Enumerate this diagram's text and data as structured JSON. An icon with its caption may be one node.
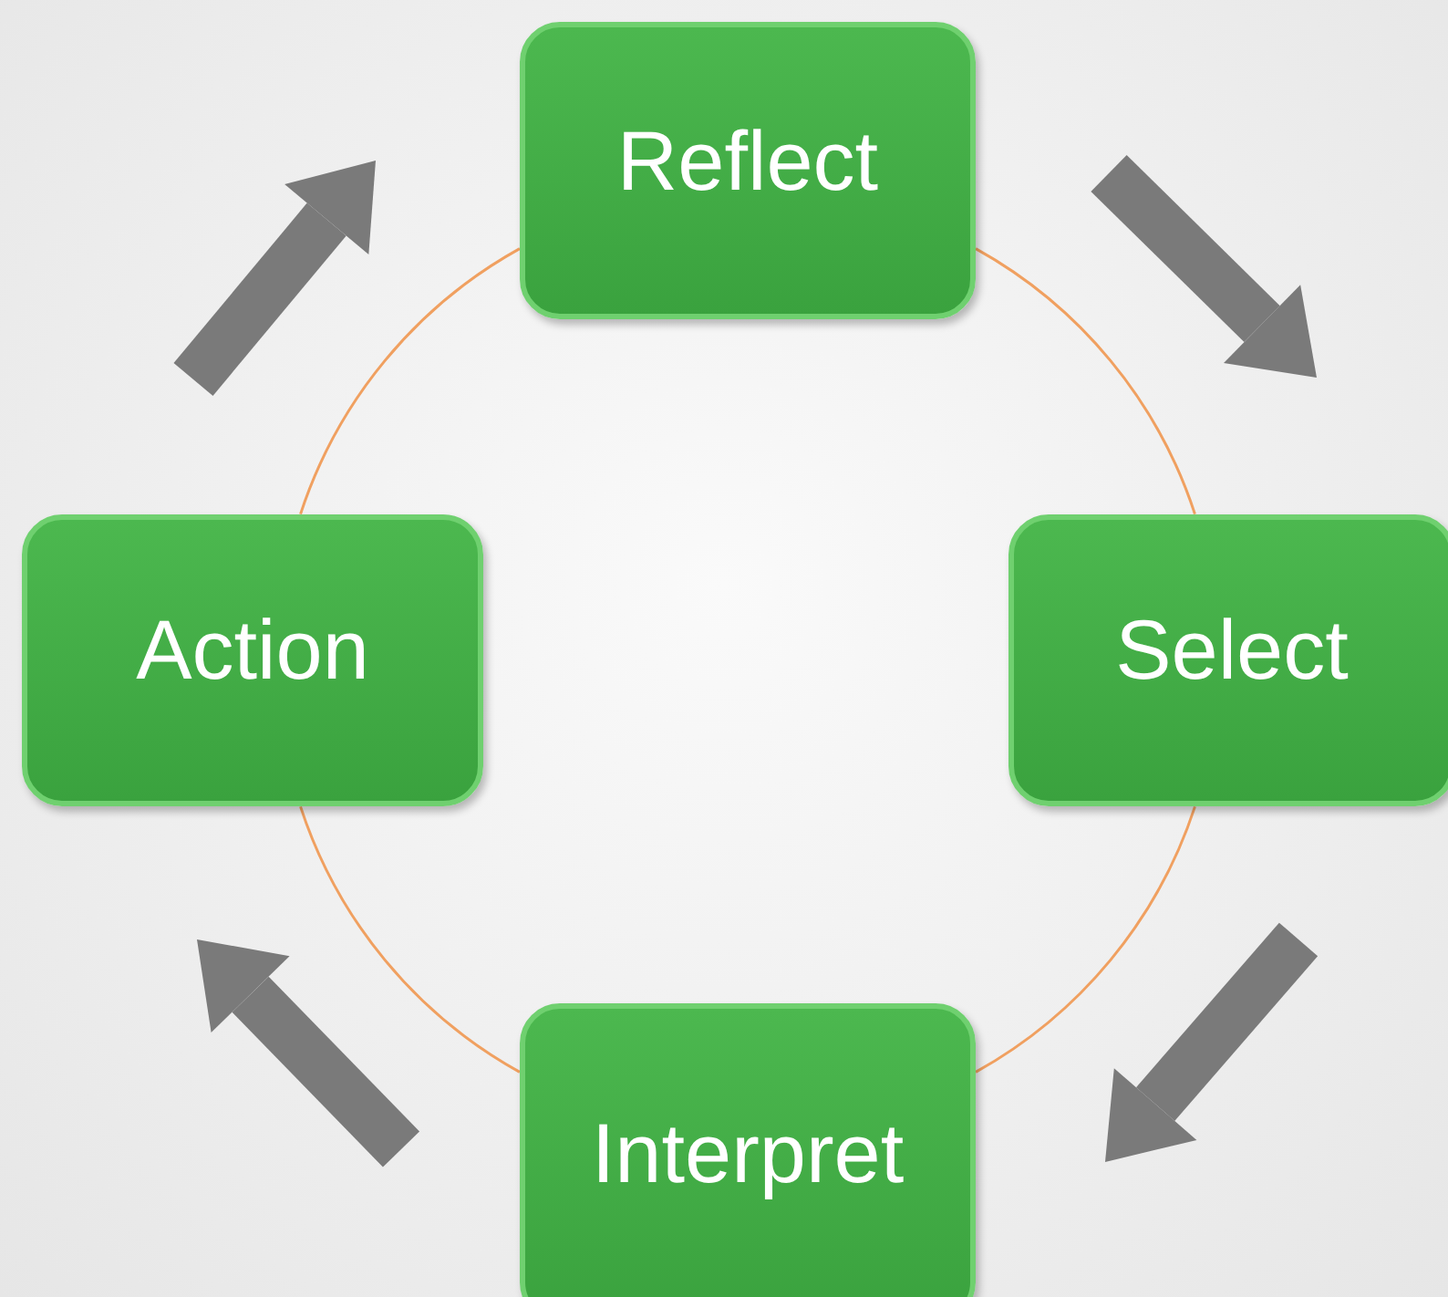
{
  "diagram": {
    "nodes": [
      {
        "text": [
          "Reflect"
        ]
      },
      {
        "text": [
          "Select"
        ]
      },
      {
        "text": [
          "Interpret"
        ]
      },
      {
        "text": [
          "Action"
        ]
      }
    ],
    "edges": [
      {
        "from": 0,
        "to": 1,
        "arrow": "none"
      },
      {
        "from": 1,
        "to": 2,
        "arrow": "none"
      },
      {
        "from": 2,
        "to": 3,
        "arrow": "none"
      },
      {
        "from": 3,
        "to": 0,
        "arrow": "none"
      }
    ]
  }
}
